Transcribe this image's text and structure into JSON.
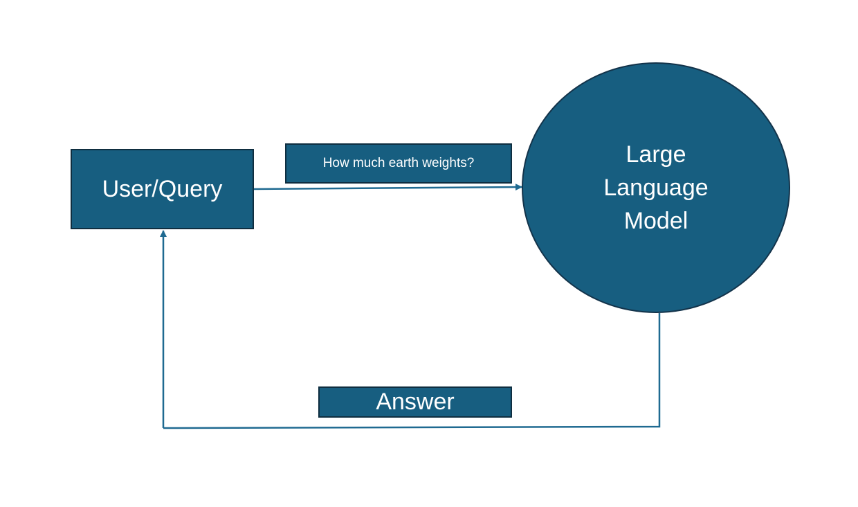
{
  "nodes": {
    "user_query": "User/Query",
    "query_label": "How much earth weights?",
    "llm": {
      "line1": "Large",
      "line2": "Language",
      "line3": "Model"
    },
    "answer_label": "Answer"
  },
  "colors": {
    "fill": "#175e80",
    "border": "#0f2e40",
    "connector": "#1f6a91",
    "text": "#ffffff"
  }
}
